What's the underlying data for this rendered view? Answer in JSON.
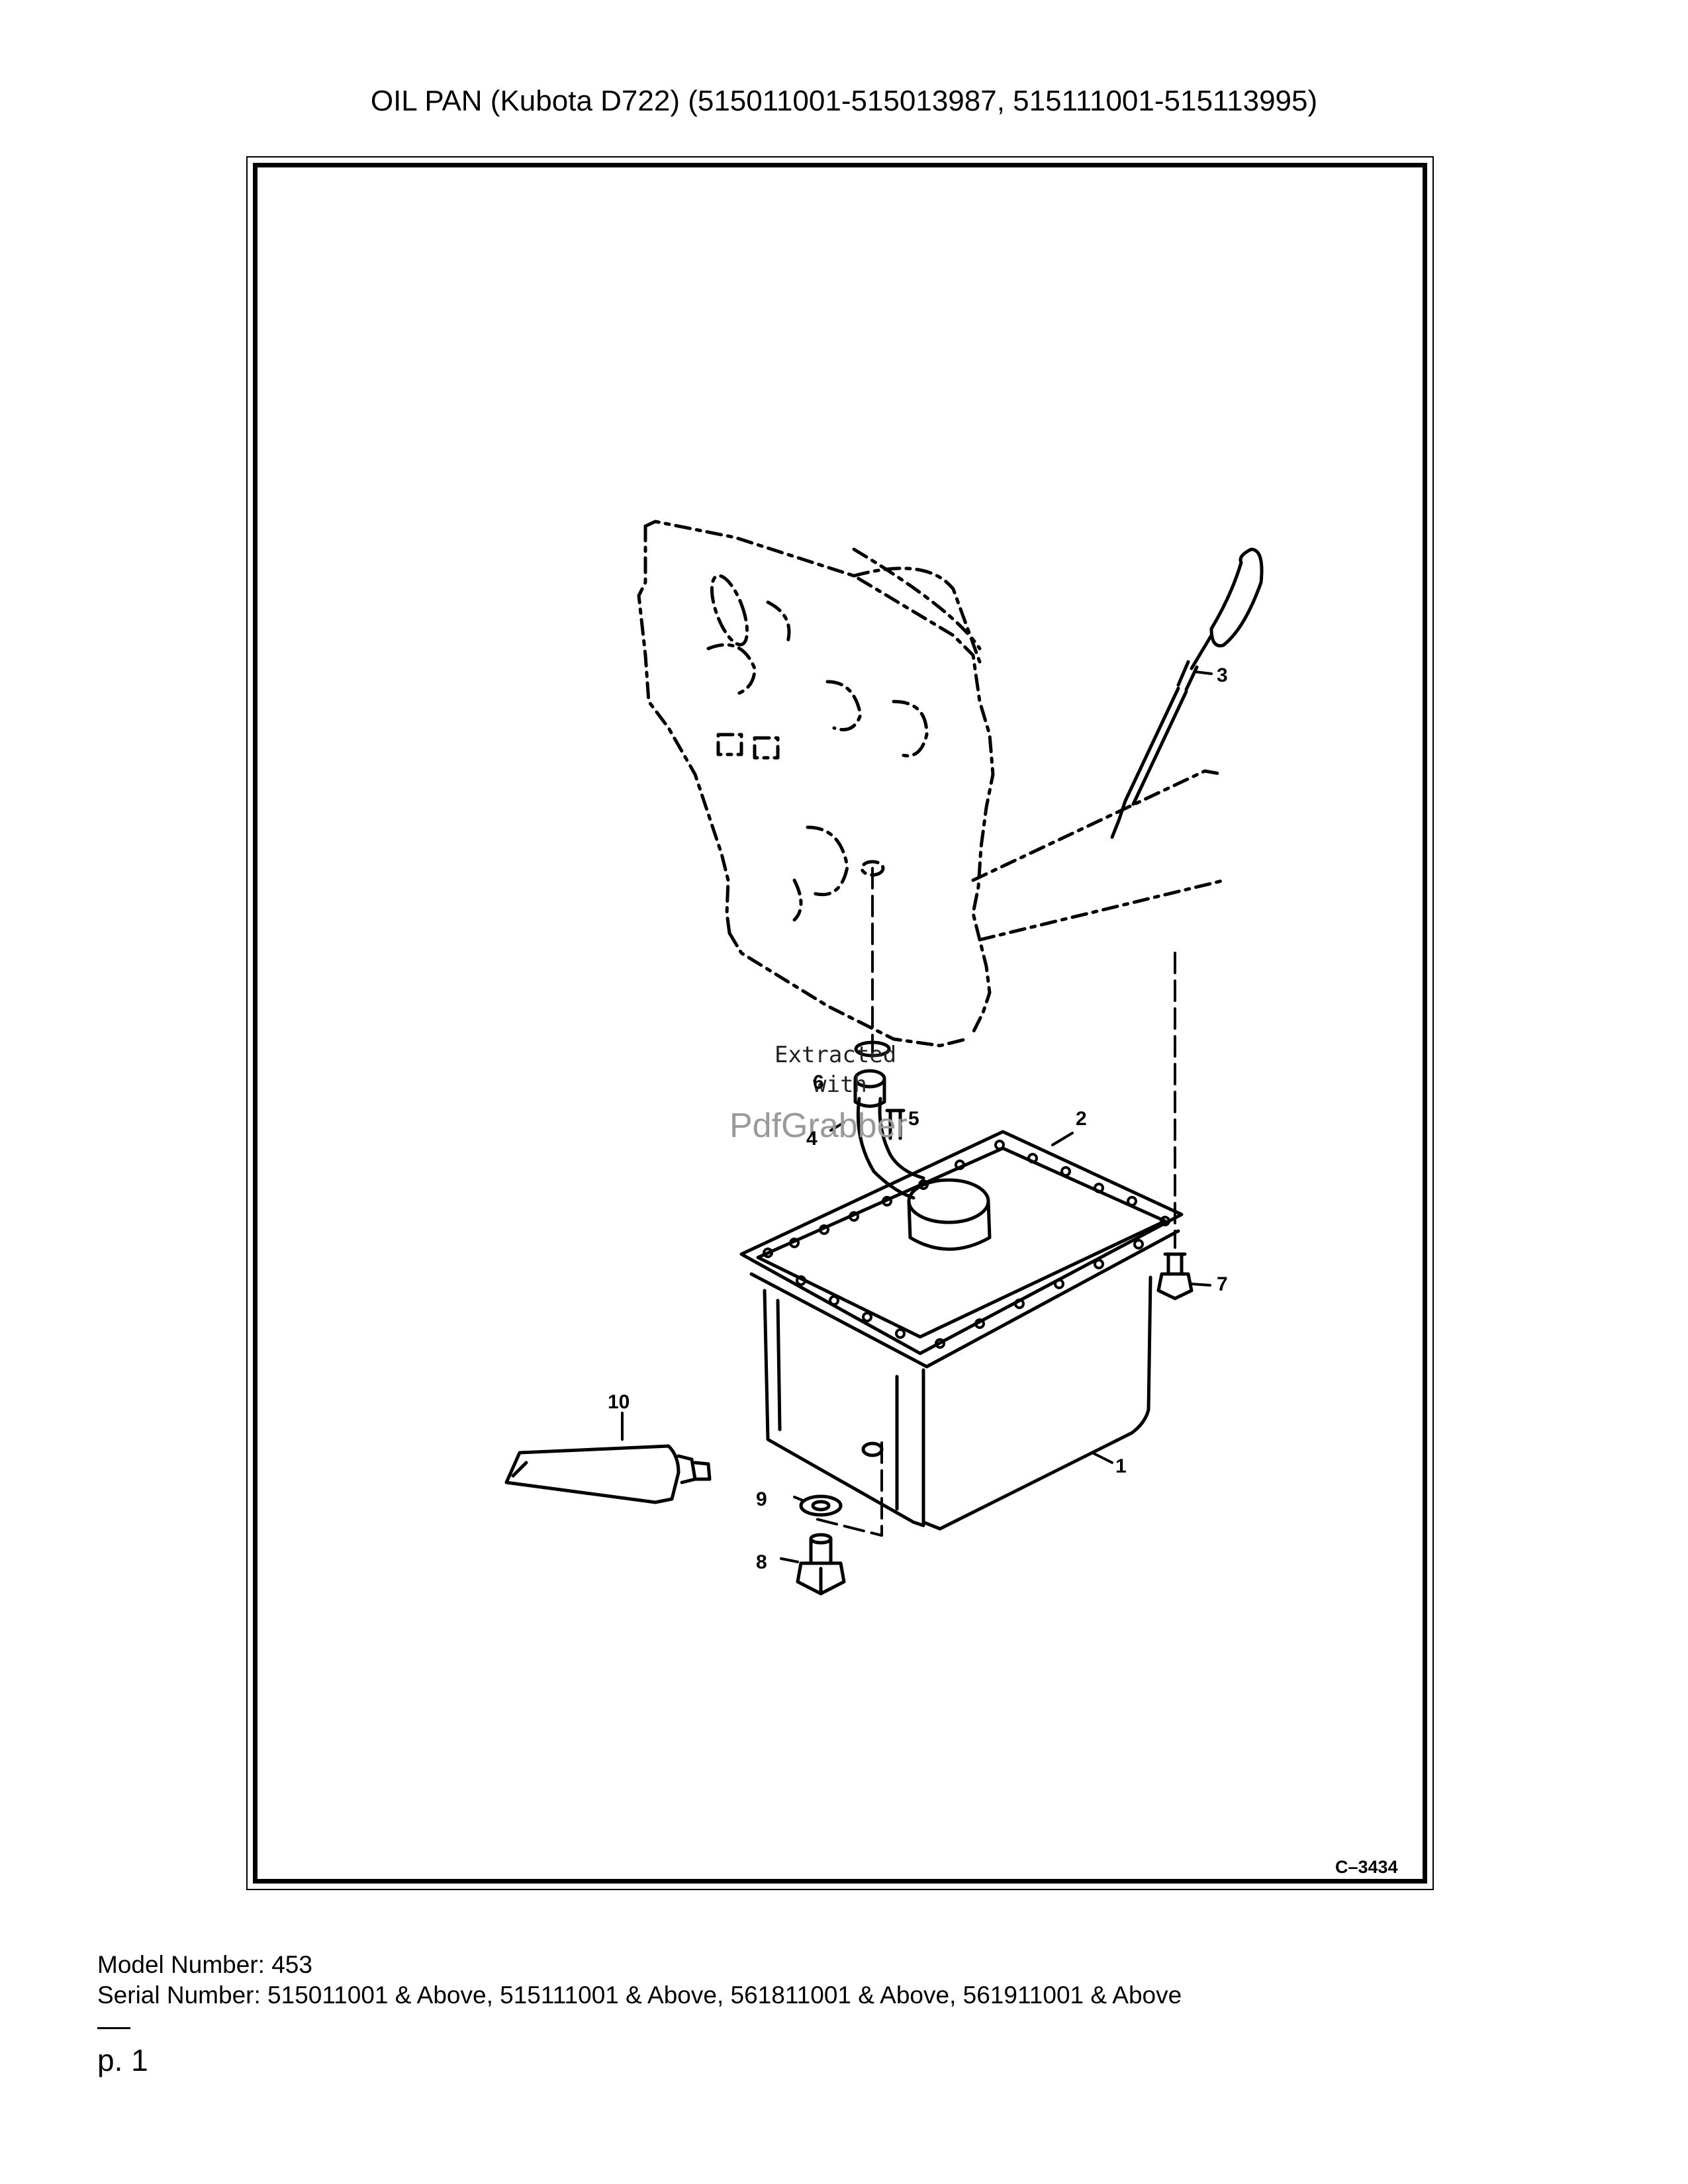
{
  "title": "OIL PAN (Kubota D722) (515011001-515013987, 515111001-515113995)",
  "figure_code": "C–3434",
  "callouts": {
    "c1": "1",
    "c2": "2",
    "c3": "3",
    "c4": "4",
    "c5": "5",
    "c6": "6",
    "c7": "7",
    "c8": "8",
    "c9": "9",
    "c10": "10"
  },
  "watermark": {
    "line1": "Extracted",
    "line2": "with",
    "line3": "PdfGrabber"
  },
  "footer": {
    "model": "Model Number: 453",
    "serial": "Serial Number: 515011001 & Above, 515111001 & Above, 561811001 & Above, 561911001 & Above"
  },
  "page": "p. 1"
}
